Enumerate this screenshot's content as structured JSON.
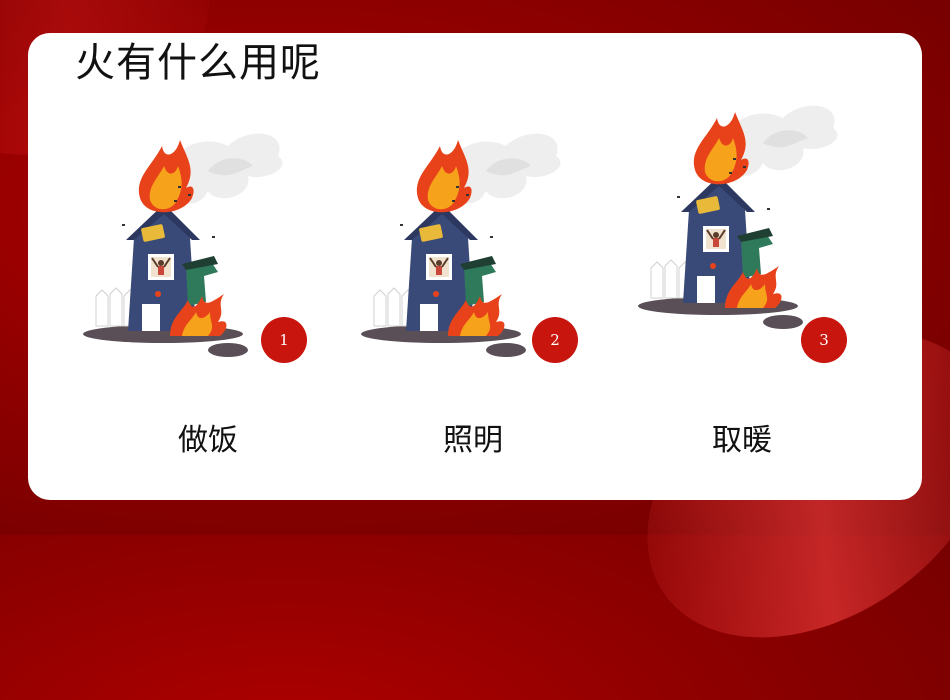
{
  "slide": {
    "title": "火有什么用呢",
    "items": [
      {
        "number": "1",
        "label": "做饭"
      },
      {
        "number": "2",
        "label": "照明"
      },
      {
        "number": "3",
        "label": "取暖"
      }
    ]
  },
  "colors": {
    "background": "#9a0000",
    "card": "#ffffff",
    "badge": "#c8150d",
    "house": "#3a4a78",
    "flame_outer": "#e8421a",
    "flame_inner": "#f7a21b"
  },
  "icons": {
    "illustration": "burning-house-icon"
  }
}
